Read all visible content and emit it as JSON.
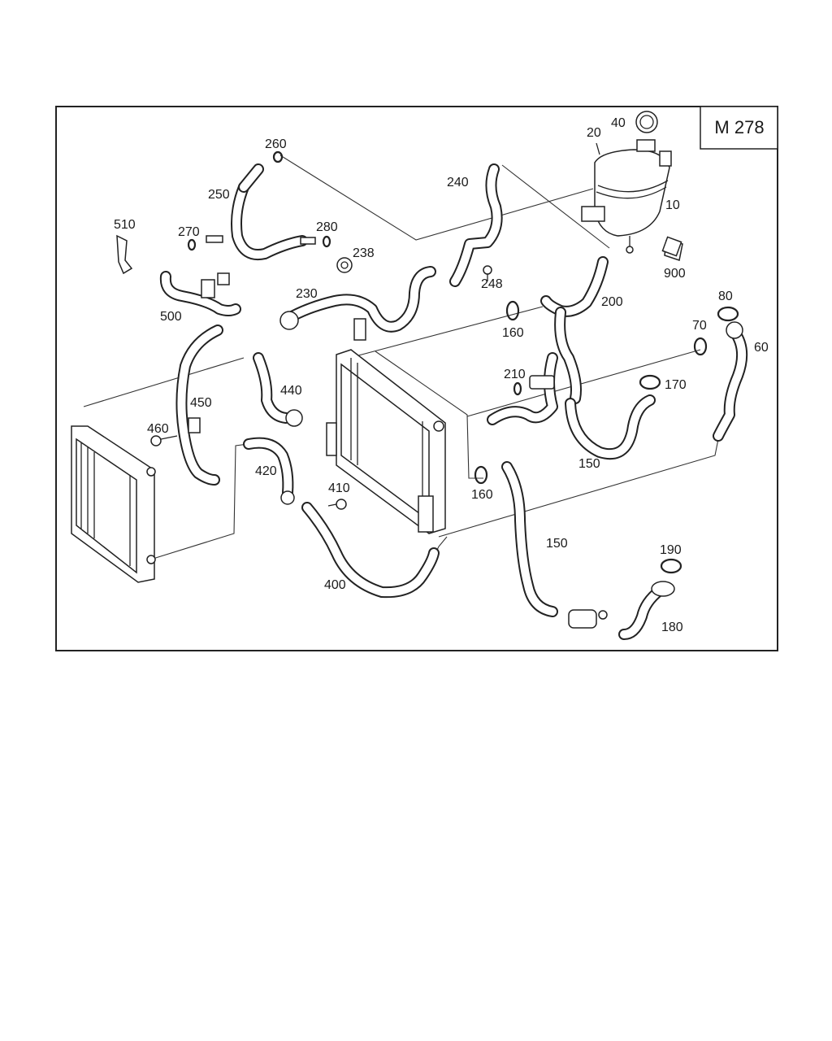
{
  "diagram": {
    "model_code": "M 278",
    "labels": [
      {
        "id": "10",
        "text": "10"
      },
      {
        "id": "20",
        "text": "20"
      },
      {
        "id": "40",
        "text": "40"
      },
      {
        "id": "60",
        "text": "60"
      },
      {
        "id": "70",
        "text": "70"
      },
      {
        "id": "80",
        "text": "80"
      },
      {
        "id": "150a",
        "text": "150"
      },
      {
        "id": "150b",
        "text": "150"
      },
      {
        "id": "160a",
        "text": "160"
      },
      {
        "id": "160b",
        "text": "160"
      },
      {
        "id": "170",
        "text": "170"
      },
      {
        "id": "180",
        "text": "180"
      },
      {
        "id": "190",
        "text": "190"
      },
      {
        "id": "200",
        "text": "200"
      },
      {
        "id": "210",
        "text": "210"
      },
      {
        "id": "230",
        "text": "230"
      },
      {
        "id": "238",
        "text": "238"
      },
      {
        "id": "240",
        "text": "240"
      },
      {
        "id": "248",
        "text": "248"
      },
      {
        "id": "250",
        "text": "250"
      },
      {
        "id": "260",
        "text": "260"
      },
      {
        "id": "270",
        "text": "270"
      },
      {
        "id": "280",
        "text": "280"
      },
      {
        "id": "400",
        "text": "400"
      },
      {
        "id": "410",
        "text": "410"
      },
      {
        "id": "420",
        "text": "420"
      },
      {
        "id": "440",
        "text": "440"
      },
      {
        "id": "450",
        "text": "450"
      },
      {
        "id": "460",
        "text": "460"
      },
      {
        "id": "500",
        "text": "500"
      },
      {
        "id": "510",
        "text": "510"
      },
      {
        "id": "900",
        "text": "900"
      }
    ]
  }
}
